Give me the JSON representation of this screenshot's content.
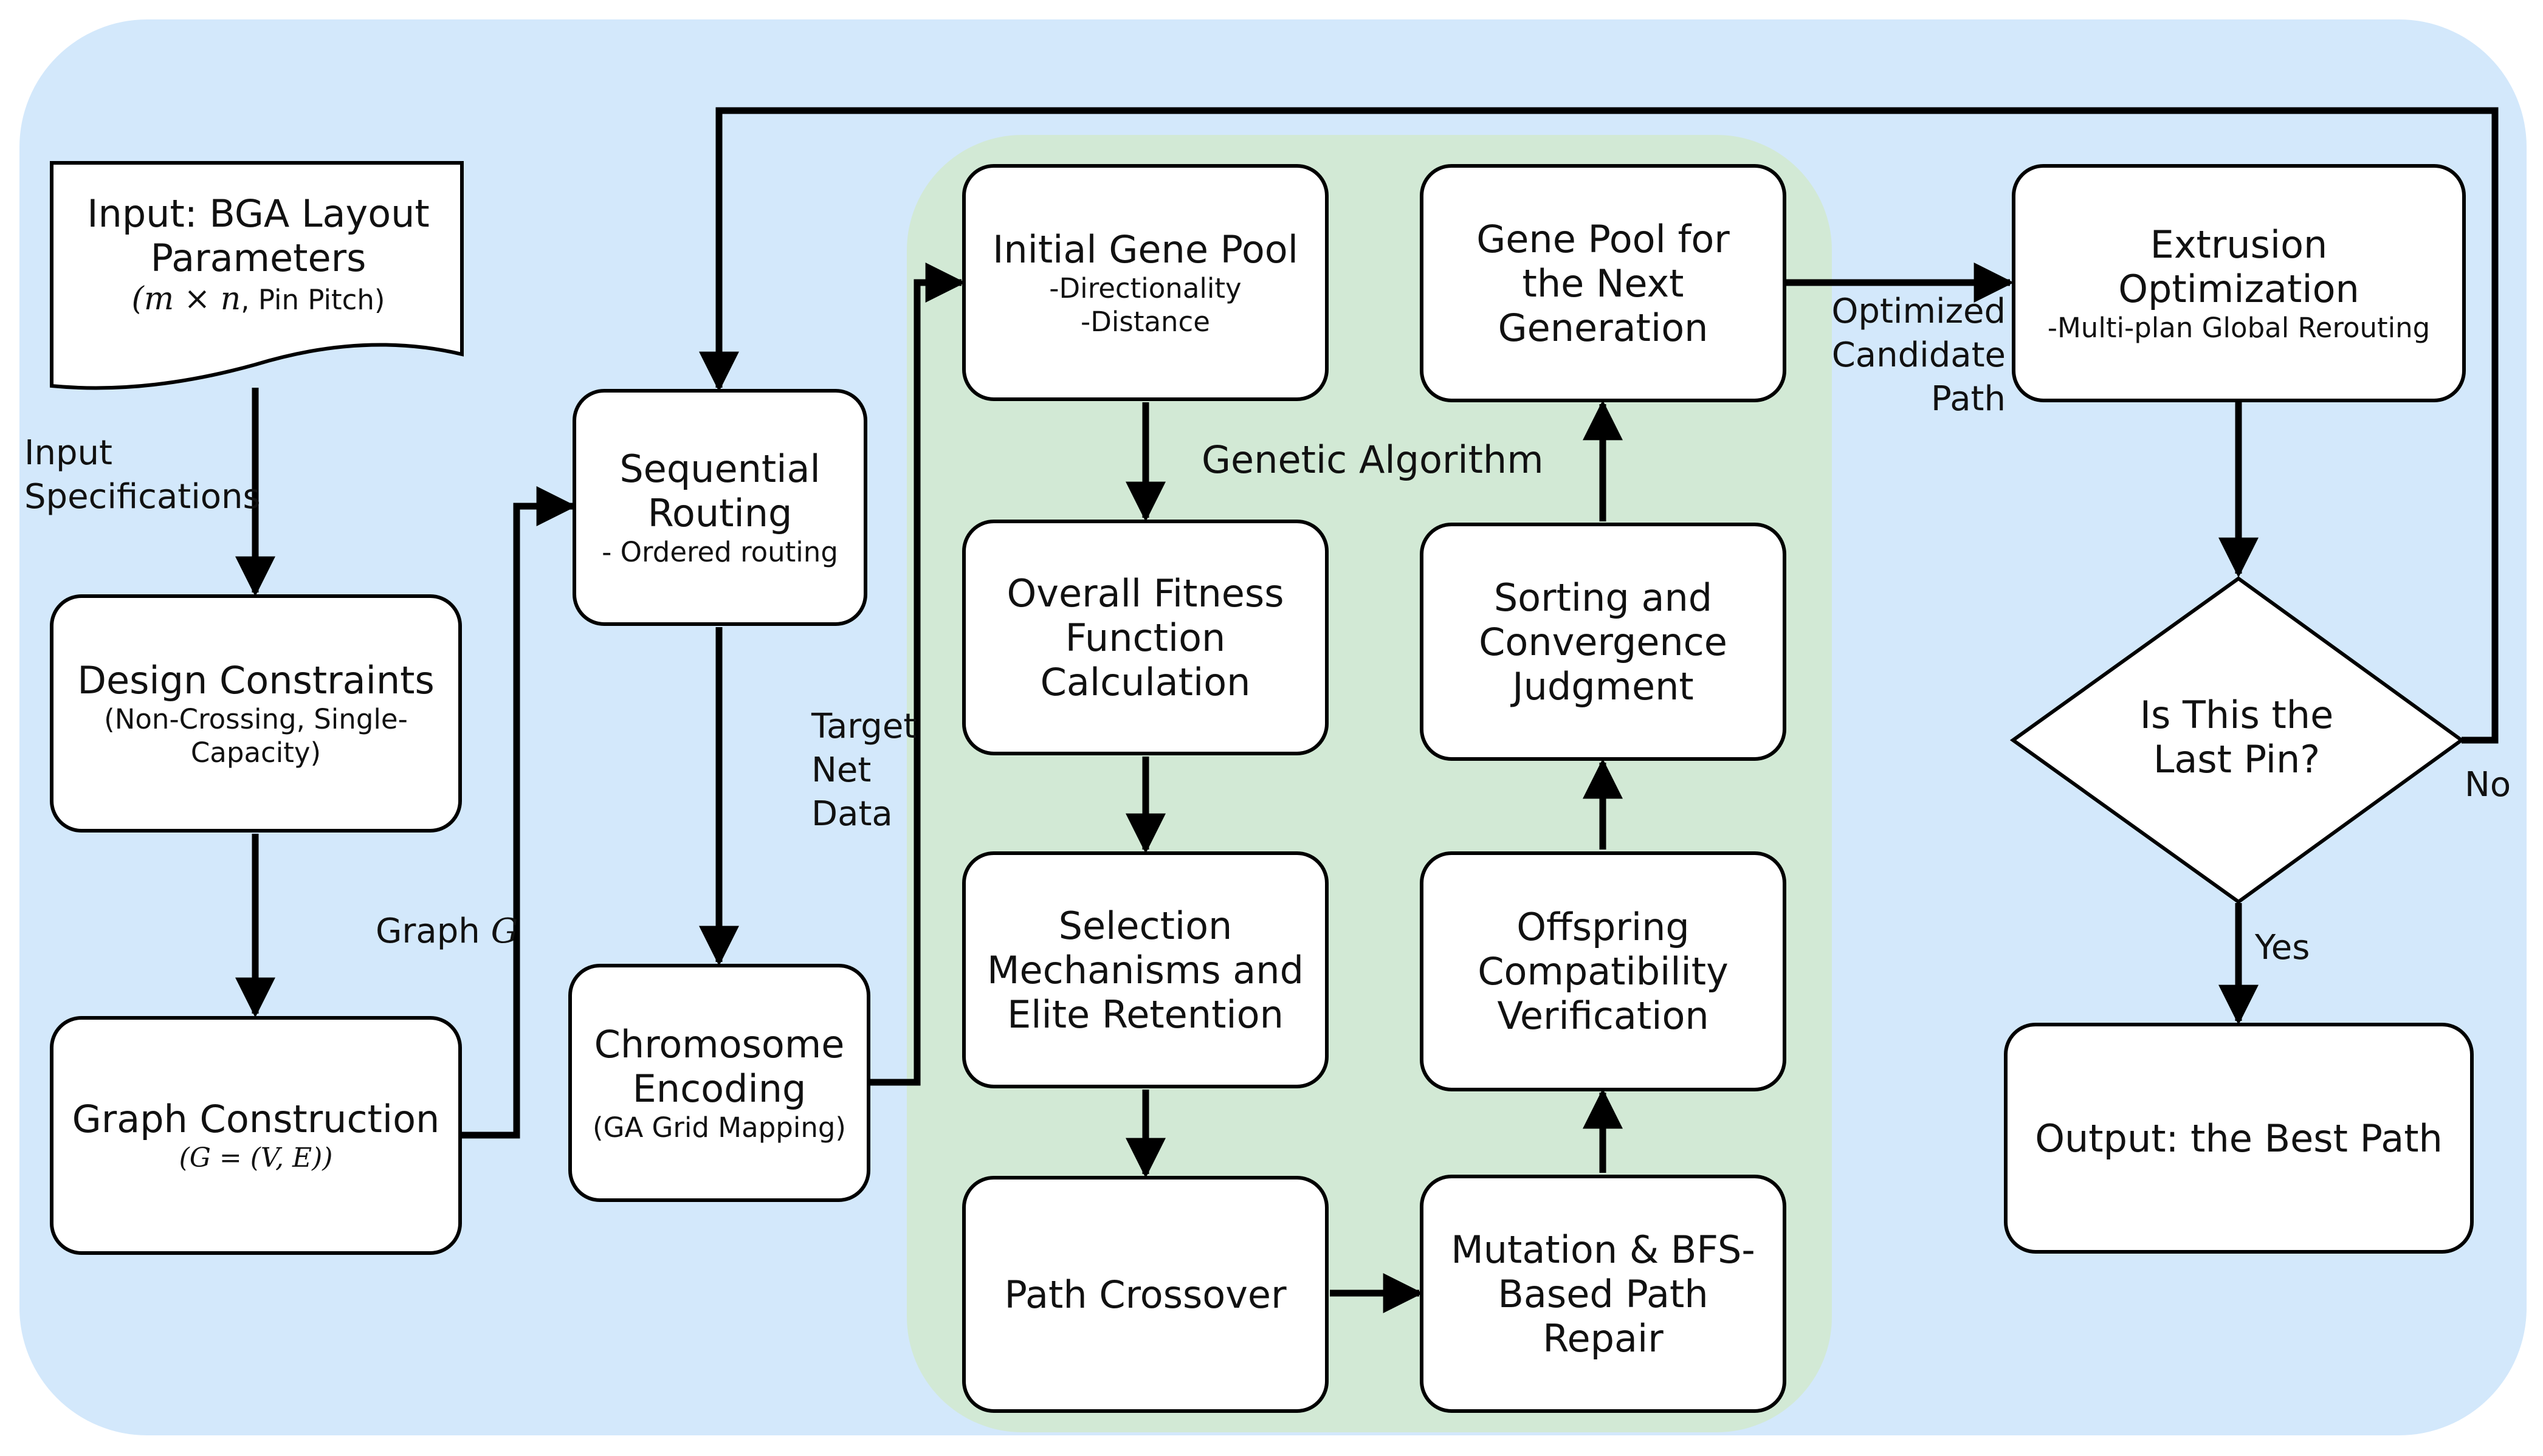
{
  "input": {
    "title_line1": "Input: BGA Layout",
    "title_line2": "Parameters",
    "sub_math": "(m × n",
    "sub_text": ", Pin Pitch)"
  },
  "labels": {
    "input_specs_1": "Input",
    "input_specs_2": "Specifications",
    "graph_g_text": "Graph ",
    "graph_g_math": "G",
    "target_1": "Target",
    "target_2": "Net",
    "target_3": "Data",
    "genetic_algorithm": "Genetic Algorithm",
    "optimized_1": "Optimized",
    "optimized_2": "Candidate",
    "optimized_3": "Path",
    "no": "No",
    "yes": "Yes"
  },
  "design": {
    "title": "Design Constraints",
    "sub_1": "(Non-Crossing, Single-",
    "sub_2": "Capacity)"
  },
  "graph": {
    "title": "Graph Construction",
    "sub": "(G = (V, E))"
  },
  "sequential": {
    "title_1": "Sequential",
    "title_2": "Routing",
    "sub": "- Ordered routing"
  },
  "chromosome": {
    "title_1": "Chromosome",
    "title_2": "Encoding",
    "sub": "(GA Grid Mapping)"
  },
  "initial": {
    "title": "Initial Gene Pool",
    "sub_1": "-Directionality",
    "sub_2": "-Distance"
  },
  "fitness": {
    "line_1": "Overall Fitness",
    "line_2": "Function",
    "line_3": "Calculation"
  },
  "selection": {
    "line_1": "Selection",
    "line_2": "Mechanisms and",
    "line_3": "Elite Retention"
  },
  "crossover": {
    "title": "Path Crossover"
  },
  "mutation": {
    "line_1": "Mutation & BFS-",
    "line_2": "Based Path",
    "line_3": "Repair"
  },
  "offspring": {
    "line_1": "Offspring",
    "line_2": "Compatibility",
    "line_3": "Verification"
  },
  "sorting": {
    "line_1": "Sorting and",
    "line_2": "Convergence",
    "line_3": "Judgment"
  },
  "nextgen": {
    "line_1": "Gene Pool for",
    "line_2": "the Next",
    "line_3": "Generation"
  },
  "extrusion": {
    "title_1": "Extrusion",
    "title_2": "Optimization",
    "sub": "-Multi-plan Global Rerouting"
  },
  "decision": {
    "line_1": "Is This the",
    "line_2": "Last Pin?"
  },
  "output": {
    "title": "Output: the Best Path"
  },
  "colors": {
    "outer_background": "#d3e8fb",
    "ga_background": "#d2e9d5",
    "stroke": "#000000"
  }
}
